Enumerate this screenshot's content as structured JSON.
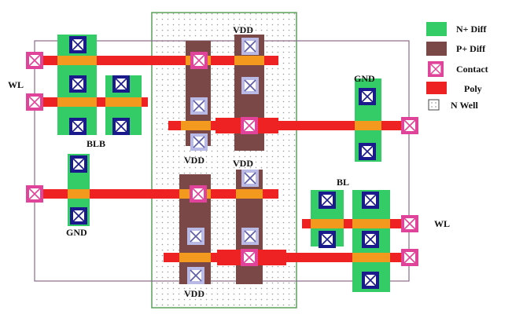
{
  "colors": {
    "n_diff": "#33cc66",
    "p_diff": "#7b4848",
    "poly": "#ee2222",
    "overlap": "#f39a1e",
    "contact_fill": "#e0449a",
    "contact_dark": "#1a1a8c",
    "contact_p": "#b9b9e6",
    "nwell_border": "#5aa05a",
    "nwell_dot": "#9a9a9a",
    "cell_border": "#8a6a8a"
  },
  "labels": {
    "wl_left": "WL",
    "wl_right": "WL",
    "blb": "BLB",
    "bl": "BL",
    "gnd_top": "GND",
    "gnd_bottom": "GND",
    "vdd_top": "VDD",
    "vdd_mid_left": "VDD",
    "vdd_mid_right": "VDD",
    "vdd_bottom": "VDD"
  },
  "legend": {
    "n_diff": "N+ Diff",
    "p_diff": "P+ Diff",
    "contact": "Contact",
    "poly": "Poly",
    "n_well": "N Well"
  }
}
